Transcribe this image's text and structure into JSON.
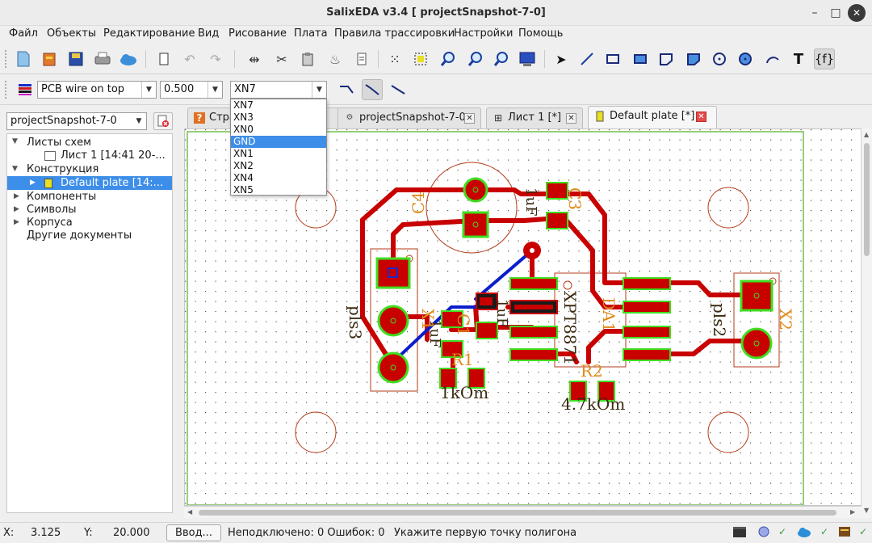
{
  "app": {
    "title": "SalixEDA v3.4 [ projectSnapshot-7-0]"
  },
  "window_controls": {
    "minimize": "–",
    "maximize": "□",
    "close": "✕"
  },
  "menu": [
    "Файл",
    "Объекты",
    "Редактирование",
    "Вид",
    "Рисование",
    "Плата",
    "Правила трассировки",
    "Настройки",
    "Помощь"
  ],
  "toolbar": {
    "icons": [
      "new-file-icon",
      "open-file-icon",
      "save-icon",
      "print-icon",
      "cloud-icon",
      "page-icon",
      "undo-icon",
      "redo-icon",
      "flip-icon",
      "cut-icon",
      "paste-icon",
      "clear-icon",
      "props-icon",
      "grid-icon",
      "select-frame-icon",
      "zoom-in-icon",
      "zoom-out-icon",
      "zoom-fit-icon",
      "monitor-icon",
      "pointer-icon",
      "line-icon",
      "rect-icon",
      "filled-rect-icon",
      "polygon-icon",
      "filled-polygon-icon",
      "circle-icon",
      "filled-circle-icon",
      "arc-icon",
      "text-icon",
      "function-icon"
    ]
  },
  "properties_bar": {
    "layer": "PCB wire on top",
    "width": "0.500",
    "net": "XN7"
  },
  "net_dropdown": {
    "options": [
      "XN7",
      "XN3",
      "XN0",
      "GND",
      "XN1",
      "XN2",
      "XN4",
      "XN5"
    ],
    "selected": "GND"
  },
  "project_selector": {
    "value": "projectSnapshot-7-0"
  },
  "tree": {
    "sheets": "Листы схем",
    "sheet1": "Лист 1 [14:41 20-...",
    "construction": "Конструкция",
    "plate": "Default plate [14:...",
    "components": "Компоненты",
    "symbols": "Символы",
    "packages": "Корпуса",
    "other": "Другие документы"
  },
  "tabs": [
    {
      "label": "Стра",
      "active": false
    },
    {
      "label": "projectSnapshot-7-0",
      "active": false
    },
    {
      "label": "Лист 1 [*]",
      "active": false
    },
    {
      "label": "Default plate [*]",
      "active": true
    }
  ],
  "board": {
    "labels": {
      "c4": "C4",
      "c3": "C3",
      "c3_value": "1uF",
      "c2_value": "1uF",
      "c1_value": "1uF",
      "c1": "C1",
      "x1_package": "pls3",
      "x1": "X1",
      "da1": "DA1",
      "da1_part": "XPT8871",
      "x2_package": "pls2",
      "x2": "X2",
      "r1": "R1",
      "r1_value": "1kOm",
      "r2": "R2",
      "r2_value": "4.7kOm"
    },
    "colors": {
      "trace_top": "#c80000",
      "trace_bottom": "#0a1ecc",
      "pad_outline": "#40dd20",
      "silk": "#b33b18",
      "label": "#e08a1a",
      "edge": "#70c050"
    }
  },
  "status": {
    "x_label": "X:",
    "x_value": "3.125",
    "y_label": "Y:",
    "y_value": "20.000",
    "input_button": "Ввод...",
    "info": "Неподключено: 0 Ошибок: 0",
    "hint": "Укажите первую точку полигона"
  }
}
